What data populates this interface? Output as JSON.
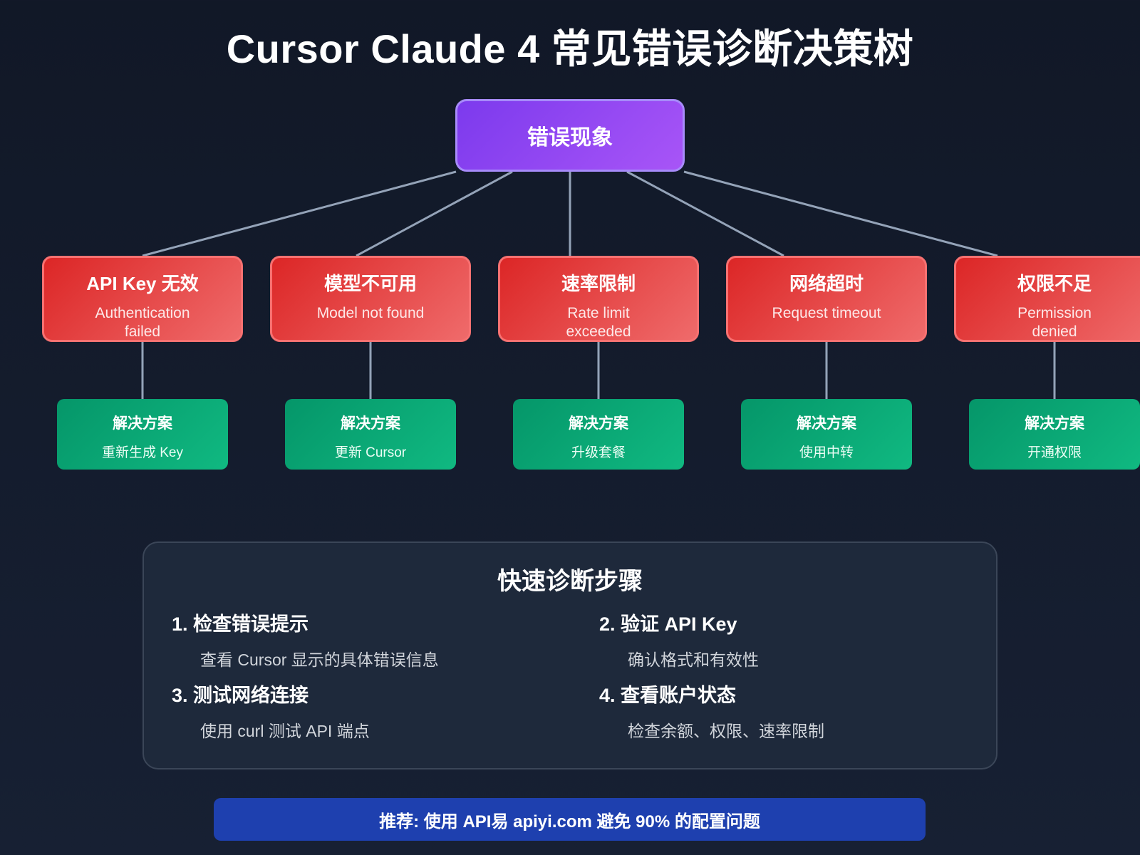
{
  "title": "Cursor Claude 4 常见错误诊断决策树",
  "root": "错误现象",
  "errors": [
    {
      "title": "API Key 无效",
      "desc": "Authentication failed",
      "solution_label": "解决方案",
      "solution": "重新生成 Key"
    },
    {
      "title": "模型不可用",
      "desc": "Model not found",
      "solution_label": "解决方案",
      "solution": "更新 Cursor"
    },
    {
      "title": "速率限制",
      "desc": "Rate limit exceeded",
      "solution_label": "解决方案",
      "solution": "升级套餐"
    },
    {
      "title": "网络超时",
      "desc": "Request timeout",
      "solution_label": "解决方案",
      "solution": "使用中转"
    },
    {
      "title": "权限不足",
      "desc": "Permission denied",
      "solution_label": "解决方案",
      "solution": "开通权限"
    }
  ],
  "panel": {
    "title": "快速诊断步骤",
    "steps": [
      {
        "title": "1. 检查错误提示",
        "desc": "查看 Cursor 显示的具体错误信息"
      },
      {
        "title": "2. 验证 API Key",
        "desc": "确认格式和有效性"
      },
      {
        "title": "3. 测试网络连接",
        "desc": "使用 curl 测试 API 端点"
      },
      {
        "title": "4. 查看账户状态",
        "desc": "检查余额、权限、速率限制"
      }
    ]
  },
  "banner": "推荐: 使用 API易 apiyi.com 避免 90% 的配置问题",
  "colors": {
    "root": "#7c3aed",
    "error": "#dc2626",
    "solution": "#059669",
    "banner": "#1e40af",
    "line": "#94a3b8"
  }
}
